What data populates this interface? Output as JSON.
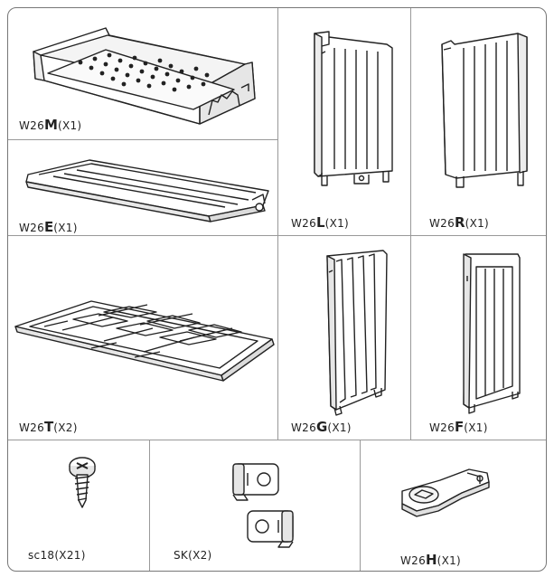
{
  "parts": {
    "m": {
      "prefix": "W26",
      "letter": "M",
      "qty": "(X1)"
    },
    "e": {
      "prefix": "W26",
      "letter": "E",
      "qty": "(X1)"
    },
    "l": {
      "prefix": "W26",
      "letter": "L",
      "qty": "(X1)"
    },
    "r": {
      "prefix": "W26",
      "letter": "R",
      "qty": "(X1)"
    },
    "t": {
      "prefix": "W26",
      "letter": "T",
      "qty": "(X2)"
    },
    "g": {
      "prefix": "W26",
      "letter": "G",
      "qty": "(X1)"
    },
    "f": {
      "prefix": "W26",
      "letter": "F",
      "qty": "(X1)"
    },
    "sc": {
      "label": "sc18(X21)"
    },
    "sk": {
      "label": "SK(X2)"
    },
    "h": {
      "prefix": "W26",
      "letter": "H",
      "qty": "(X1)"
    }
  },
  "icons": {
    "m": "drawer-tray-icon",
    "e": "shelf-board-icon",
    "l": "left-side-panel-icon",
    "r": "right-side-panel-icon",
    "t": "base-panel-icon",
    "g": "slatted-panel-icon",
    "f": "front-panel-icon",
    "sc": "screw-icon",
    "sk": "connector-bracket-icon",
    "h": "handle-icon"
  },
  "colors": {
    "line": "#222222",
    "border": "#777777",
    "divider": "#999999"
  }
}
